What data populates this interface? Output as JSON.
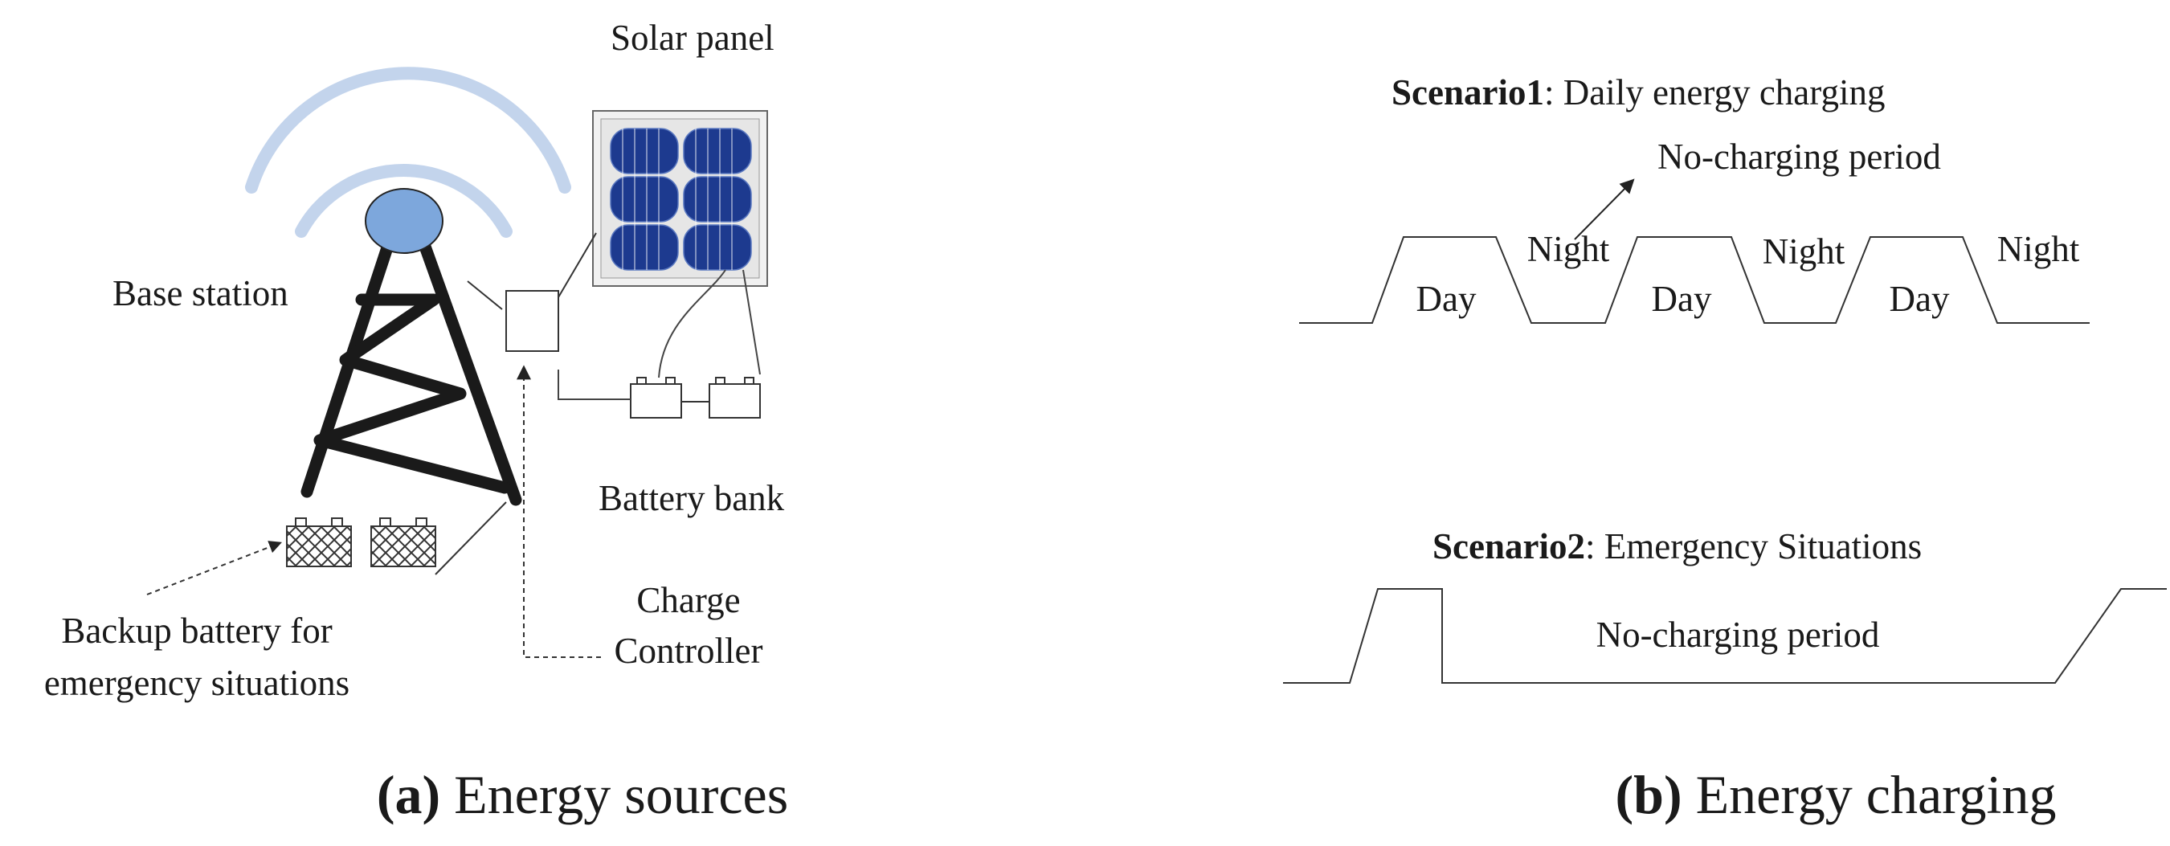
{
  "panel_a": {
    "labels": {
      "solar_panel": "Solar panel",
      "base_station": "Base station",
      "battery_bank": "Battery bank",
      "charge": "Charge",
      "controller": "Controller",
      "backup_line1": "Backup battery for",
      "backup_line2": "emergency situations"
    },
    "caption_tag": "(a)",
    "caption_text": "Energy sources",
    "colors": {
      "antenna_waves": "#c3d4ec",
      "dish": "#7da7dc",
      "solar_cells": "#1d3a8f",
      "tower": "#1a1a1a"
    }
  },
  "panel_b": {
    "scenario1": {
      "name": "Scenario1",
      "desc": ": Daily energy charging",
      "annotation": "No-charging period",
      "day_labels": [
        "Day",
        "Day",
        "Day"
      ],
      "night_labels": [
        "Night",
        "Night",
        "Night"
      ]
    },
    "scenario2": {
      "name": "Scenario2",
      "desc": ": Emergency Situations",
      "period_label": "No-charging period"
    },
    "caption_tag": "(b)",
    "caption_text": "Energy charging"
  }
}
